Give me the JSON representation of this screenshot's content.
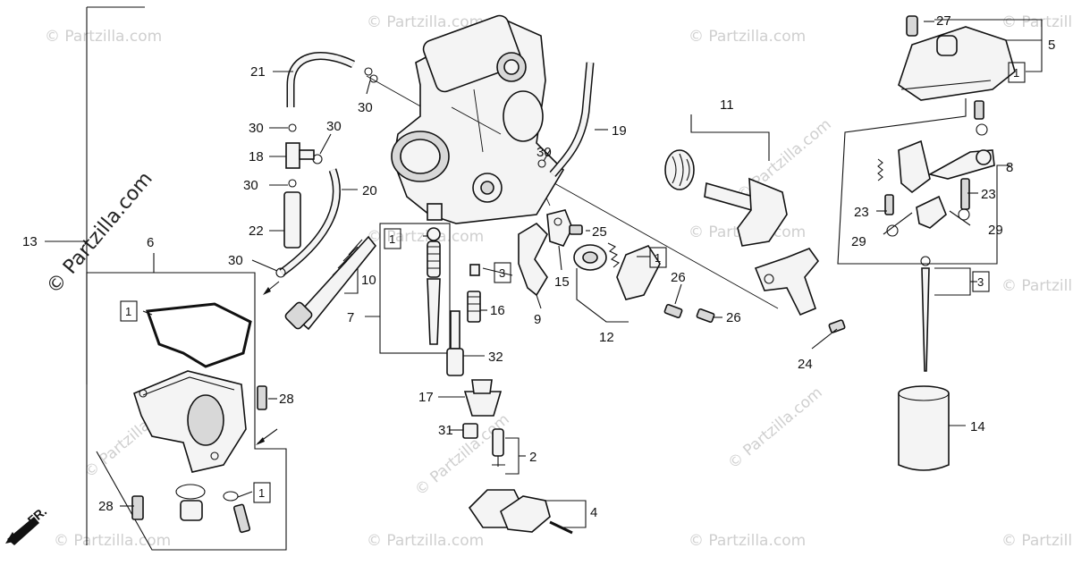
{
  "watermark": {
    "text": "© Partzilla.com",
    "side_text": "© Partzilla.com"
  },
  "direction_label": "FR.",
  "callouts": [
    {
      "id": "c27",
      "label": "27"
    },
    {
      "id": "c5",
      "label": "5"
    },
    {
      "id": "c21",
      "label": "21"
    },
    {
      "id": "c30a",
      "label": "30"
    },
    {
      "id": "c30b",
      "label": "30"
    },
    {
      "id": "c30c",
      "label": "30"
    },
    {
      "id": "c18",
      "label": "18"
    },
    {
      "id": "c30d",
      "label": "30"
    },
    {
      "id": "c20",
      "label": "20"
    },
    {
      "id": "c22",
      "label": "22"
    },
    {
      "id": "c30e",
      "label": "30"
    },
    {
      "id": "c19",
      "label": "19"
    },
    {
      "id": "c30f",
      "label": "30"
    },
    {
      "id": "c11",
      "label": "11"
    },
    {
      "id": "c8",
      "label": "8"
    },
    {
      "id": "c23a",
      "label": "23"
    },
    {
      "id": "c23b",
      "label": "23"
    },
    {
      "id": "c29a",
      "label": "29"
    },
    {
      "id": "c29b",
      "label": "29"
    },
    {
      "id": "c13",
      "label": "13"
    },
    {
      "id": "c6",
      "label": "6"
    },
    {
      "id": "c10",
      "label": "10"
    },
    {
      "id": "c7",
      "label": "7"
    },
    {
      "id": "c25",
      "label": "25"
    },
    {
      "id": "c15",
      "label": "15"
    },
    {
      "id": "c9",
      "label": "9"
    },
    {
      "id": "c16",
      "label": "16"
    },
    {
      "id": "c12",
      "label": "12"
    },
    {
      "id": "c26a",
      "label": "26"
    },
    {
      "id": "c26b",
      "label": "26"
    },
    {
      "id": "c24",
      "label": "24"
    },
    {
      "id": "c32",
      "label": "32"
    },
    {
      "id": "c28a",
      "label": "28"
    },
    {
      "id": "c17",
      "label": "17"
    },
    {
      "id": "c31",
      "label": "31"
    },
    {
      "id": "c2",
      "label": "2"
    },
    {
      "id": "c14",
      "label": "14"
    },
    {
      "id": "c28b",
      "label": "28"
    },
    {
      "id": "c4",
      "label": "4"
    }
  ],
  "boxed_labels": [
    {
      "id": "b1_top",
      "label": "1"
    },
    {
      "id": "b1_jet",
      "label": "1"
    },
    {
      "id": "b3_mid",
      "label": "3"
    },
    {
      "id": "b1_cover",
      "label": "1"
    },
    {
      "id": "b3_right",
      "label": "3"
    },
    {
      "id": "b1_gasket",
      "label": "1"
    },
    {
      "id": "b1_bottom",
      "label": "1"
    }
  ]
}
